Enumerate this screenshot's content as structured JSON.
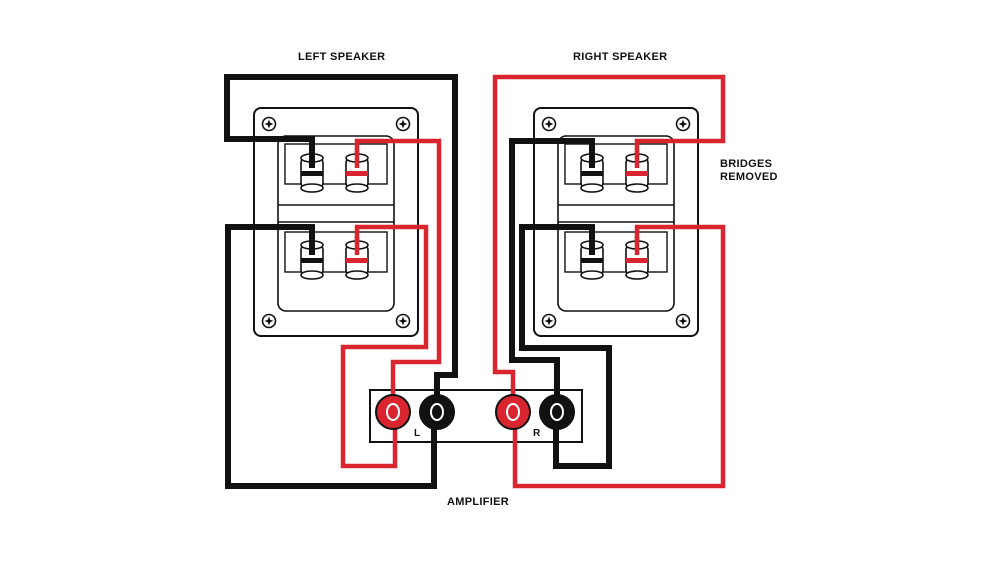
{
  "labels": {
    "left_speaker": "LEFT SPEAKER",
    "right_speaker": "RIGHT SPEAKER",
    "bridges_line1": "BRIDGES",
    "bridges_line2": "REMOVED",
    "amplifier": "AMPLIFIER",
    "amp_left": "L",
    "amp_right": "R"
  },
  "colors": {
    "black_wire": "#111111",
    "red_wire": "#d9252f",
    "panel_stroke": "#111111",
    "background": "#ffffff"
  },
  "icons": {
    "screw": "phillips-screw-icon",
    "terminal": "binding-post-icon"
  }
}
